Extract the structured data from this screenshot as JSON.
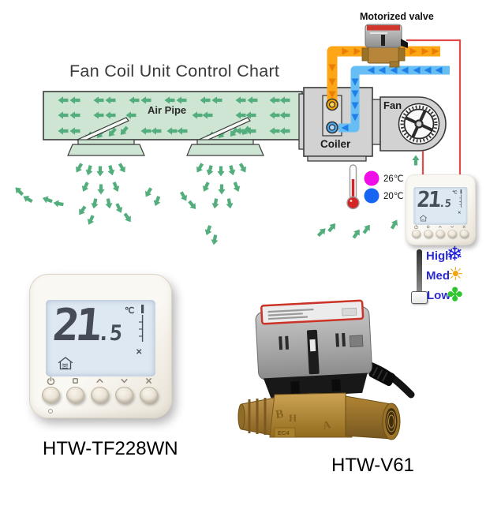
{
  "title": "Fan Coil Unit Control Chart",
  "labels": {
    "motorized_valve": "Motorized valve",
    "air_pipe": "Air Pipe",
    "coiler": "Coiler",
    "fan": "Fan"
  },
  "legend": {
    "hot": "26℃",
    "cold": "20℃"
  },
  "fan_speed": {
    "high": "High",
    "med": "Med",
    "low": "Low"
  },
  "icons": {
    "snowflake": "❄",
    "sun": "☀",
    "fan_swirl": "✤"
  },
  "thermostat": {
    "temp_main": "21",
    "temp_frac": ".5",
    "unit": "℃",
    "model": "HTW-TF228WN"
  },
  "valve": {
    "model": "HTW-V61",
    "cast_marks": {
      "left": "B",
      "center": "H",
      "right": "A",
      "plate": "EC4"
    }
  },
  "colors": {
    "hot_pipe": "#ffa616",
    "hot_arrow": "#e87e04",
    "cold_pipe": "#66bef5",
    "cold_arrow": "#1f7fe8",
    "wire": "#e14b4b",
    "air_pipe_fill": "#cde5d2",
    "airflow_arrow": "#53ad7c",
    "speed_label": "#2b2bd2",
    "snowflake": "#1d1de0",
    "sun": "#f2a50c",
    "fan_swirl": "#2ec52e",
    "legend_hot_dot": "#f00ee8",
    "legend_cold_dot": "#1666f2"
  }
}
